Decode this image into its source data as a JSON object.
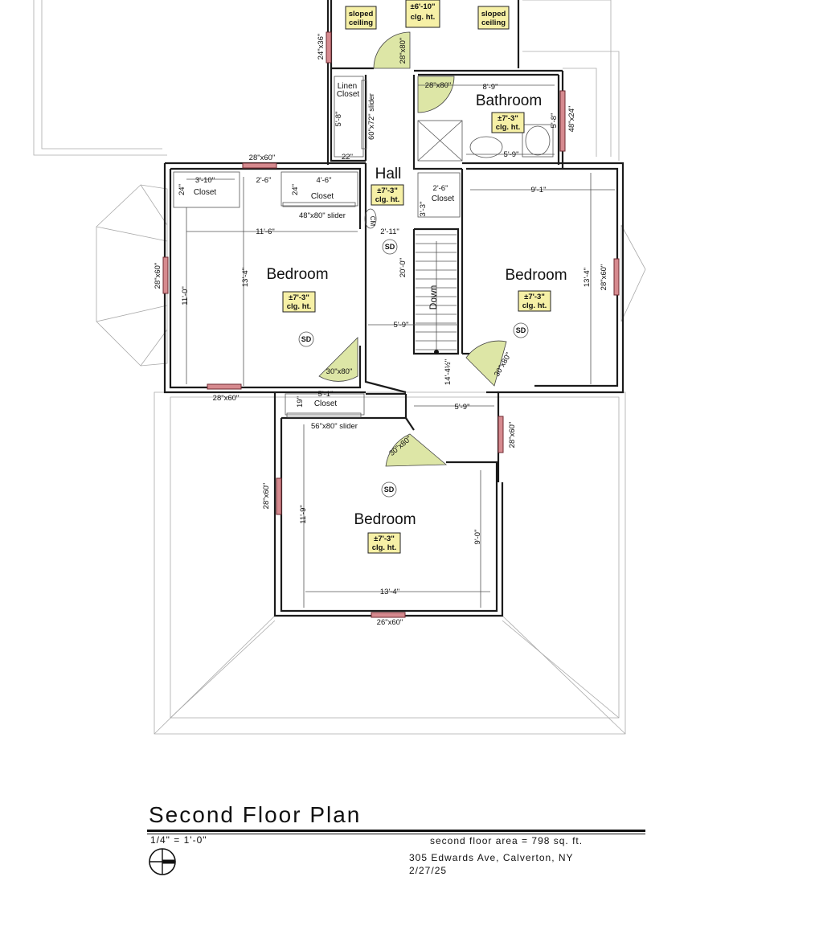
{
  "rooms": {
    "bedroom_left": "Bedroom",
    "bedroom_right": "Bedroom",
    "bedroom_bottom": "Bedroom",
    "bathroom": "Bathroom",
    "hall": "Hall",
    "closet_left": "Closet",
    "closet_mid": "Closet",
    "closet_hall": "Closet",
    "closet_bottom": "Closet",
    "linen_closet_1": "Linen",
    "linen_closet_2": "Closet",
    "sloped_left_1": "sloped",
    "sloped_left_2": "ceiling",
    "sloped_right_1": "sloped",
    "sloped_right_2": "ceiling",
    "stair": "Down"
  },
  "ceiling": {
    "top": "±6'-10\"",
    "standard": "±7'-3\"",
    "suffix": "clg. ht."
  },
  "smoke_detector": "SD",
  "cm_label": "CM",
  "dimensions": {
    "bath_width": "8'-9\"",
    "bath_depth": "5'-8\"",
    "bath_inner": "5'-9\"",
    "linen_depth": "5'-8\"",
    "linen_width": "22\"",
    "closet_left_w": "3'-10\"",
    "closet_left_d": "24\"",
    "closet_mid_gap": "2'-6\"",
    "closet_mid_w": "4'-6\"",
    "closet_mid_d": "24\"",
    "hall_closet_w": "2'-6\"",
    "hall_closet_d": "3'-3\"",
    "left_bed_w": "11'-6\"",
    "left_bed_d": "13'-4\"",
    "left_bed_side": "11'-0\"",
    "hall_w": "2'-11\"",
    "hall_len": "20'-0\"",
    "stair_w": "5'-9\"",
    "right_bed_w": "9'-1\"",
    "right_bed_d": "13'-4\"",
    "landing": "14'-4½\"",
    "lower_hall": "5'-9\"",
    "bottom_closet_w": "5'-1\"",
    "bottom_closet_d": "19\"",
    "bottom_bed_d": "11'-9\"",
    "bottom_bed_d2": "9'-0\"",
    "bottom_bed_w": "13'-4\""
  },
  "windows": {
    "top_left": "24\"x36\"",
    "bath_right": "48\"x24\"",
    "left_top": "28\"x60\"",
    "left_side": "28\"x60\"",
    "left_bottom": "28\"x60\"",
    "right_side": "28\"x60\"",
    "lower_right": "28\"x60\"",
    "bottom_left": "28\"x60\"",
    "bottom": "26\"x60\""
  },
  "doors": {
    "top": "28\"x80\"",
    "bath": "28\"x80\"",
    "left_bed": "30\"x80\"",
    "right_bed": "30\"x80\"",
    "bottom_bed": "30\"x80\""
  },
  "sliders": {
    "linen": "60\"x72\" slider",
    "closet_mid": "48\"x80\" slider",
    "closet_bottom": "56\"x80\" slider"
  },
  "title_block": {
    "title": "Second  Floor  Plan",
    "scale": "1/4\" = 1'-0\"",
    "area": "second floor area = 798 sq. ft.",
    "address": "305 Edwards Ave, Calverton, NY",
    "date": "2/27/25"
  }
}
